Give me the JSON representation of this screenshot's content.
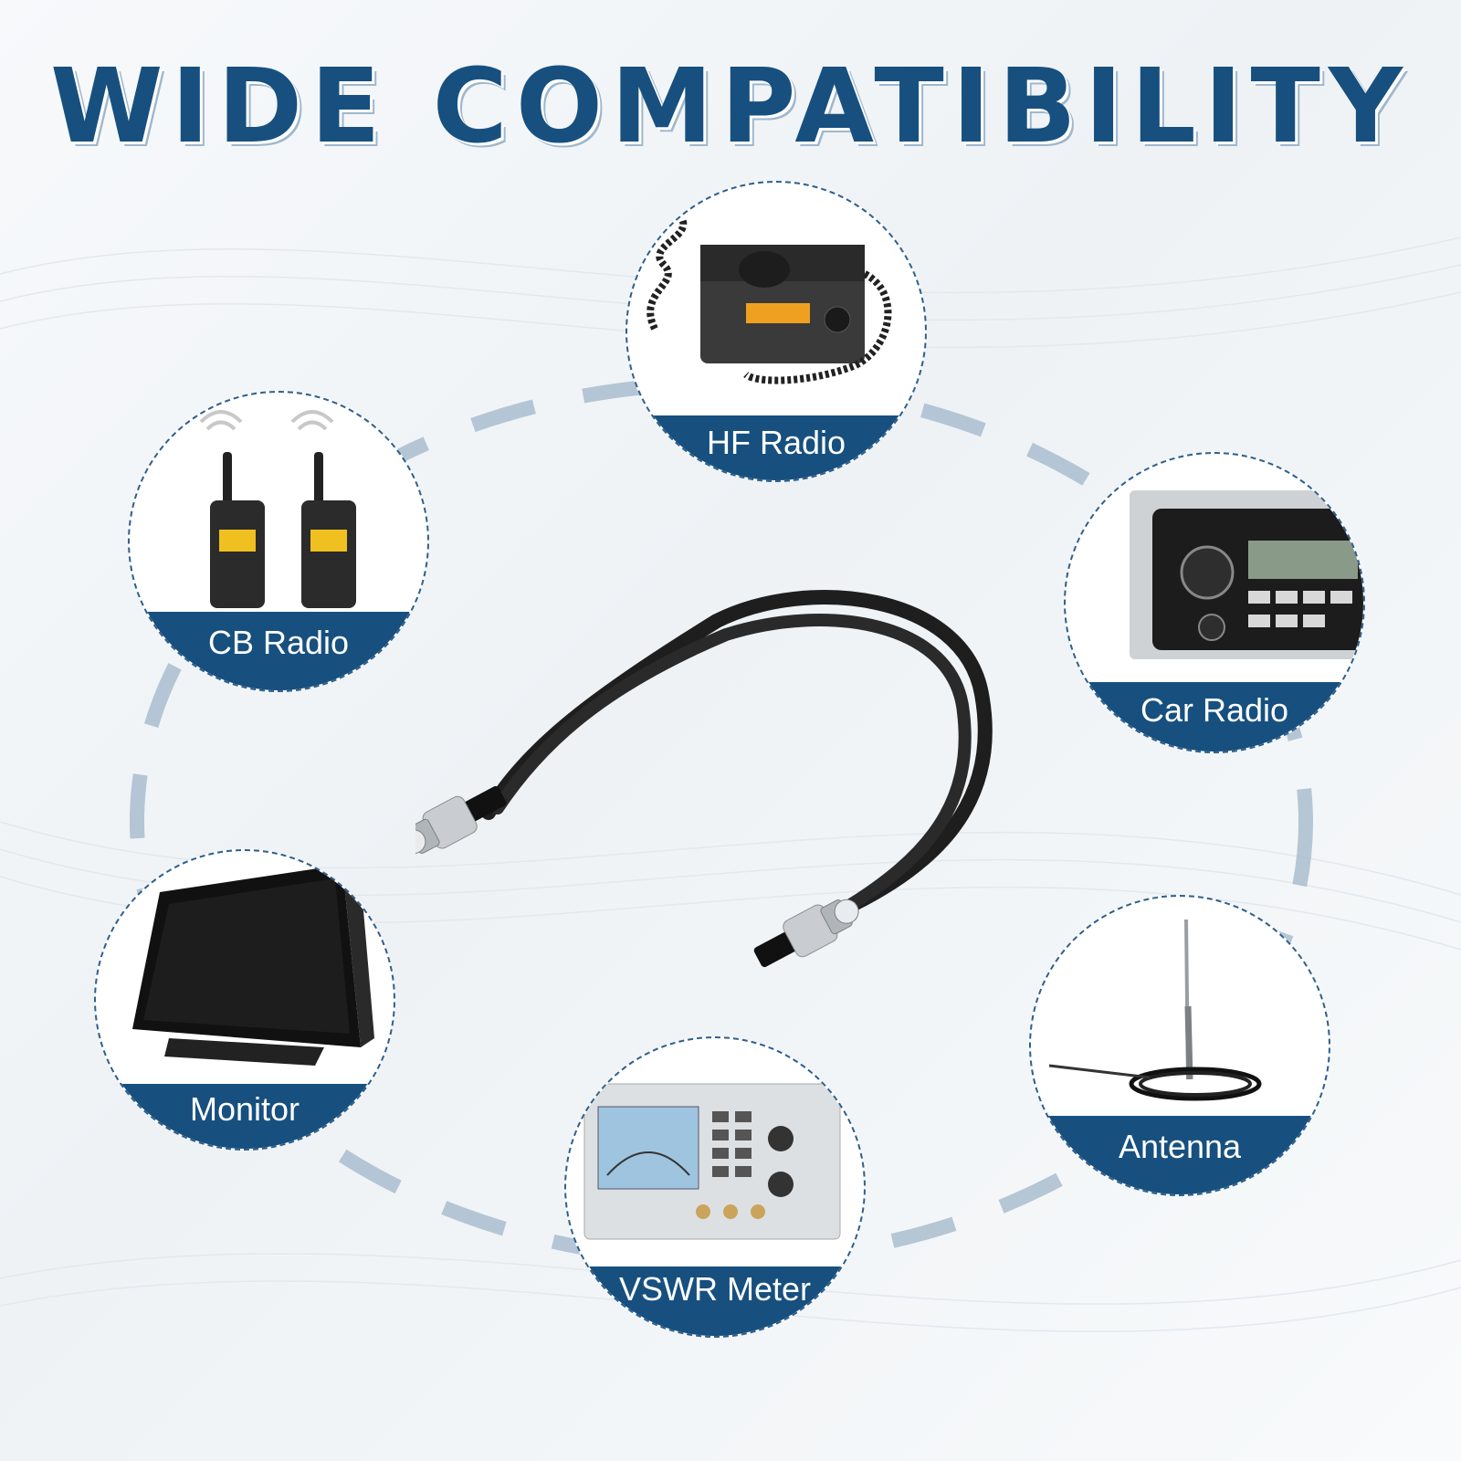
{
  "headline": "WIDE COMPATIBILITY",
  "colors": {
    "primary": "#17507f",
    "dash_ring": "#a9bdcf",
    "circle_border": "#2f5f8c"
  },
  "product": {
    "icon": "bnc-coaxial-cable-icon"
  },
  "devices": [
    {
      "id": "hf-radio",
      "label": "HF Radio",
      "icon": "hf-radio-transceiver-icon"
    },
    {
      "id": "cb-radio",
      "label": "CB Radio",
      "icon": "walkie-talkie-icon"
    },
    {
      "id": "car-radio",
      "label": "Car Radio",
      "icon": "car-stereo-icon"
    },
    {
      "id": "monitor",
      "label": "Monitor",
      "icon": "monitor-icon"
    },
    {
      "id": "antenna",
      "label": "Antenna",
      "icon": "antenna-icon"
    },
    {
      "id": "vswr-meter",
      "label": "VSWR Meter",
      "icon": "vswr-meter-icon"
    }
  ]
}
